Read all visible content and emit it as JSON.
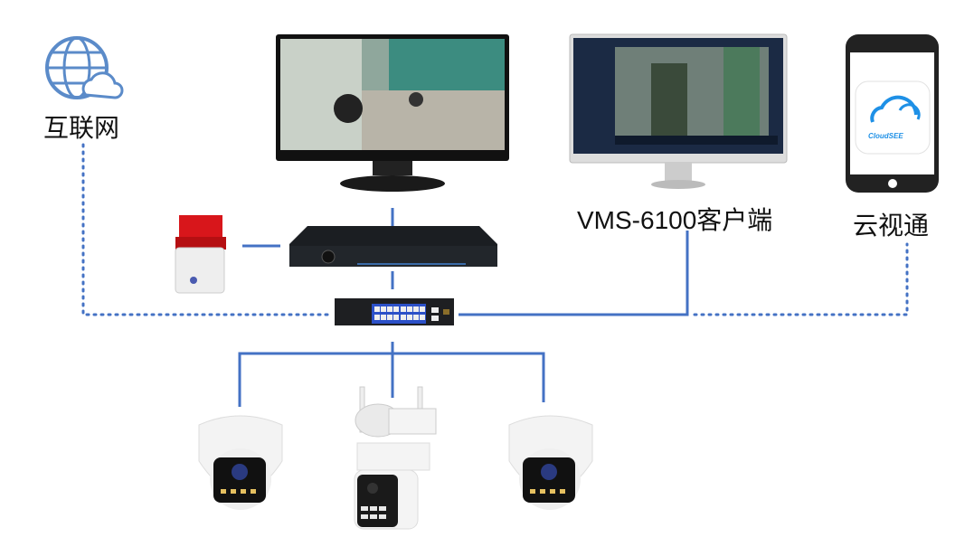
{
  "labels": {
    "internet": "互联网",
    "vms_client": "VMS-6100客户端",
    "mobile_app": "云视通"
  },
  "app_icon": {
    "name": "CloudSEE"
  },
  "colors": {
    "link": "#4472C4",
    "globe": "#5B8BC9"
  }
}
